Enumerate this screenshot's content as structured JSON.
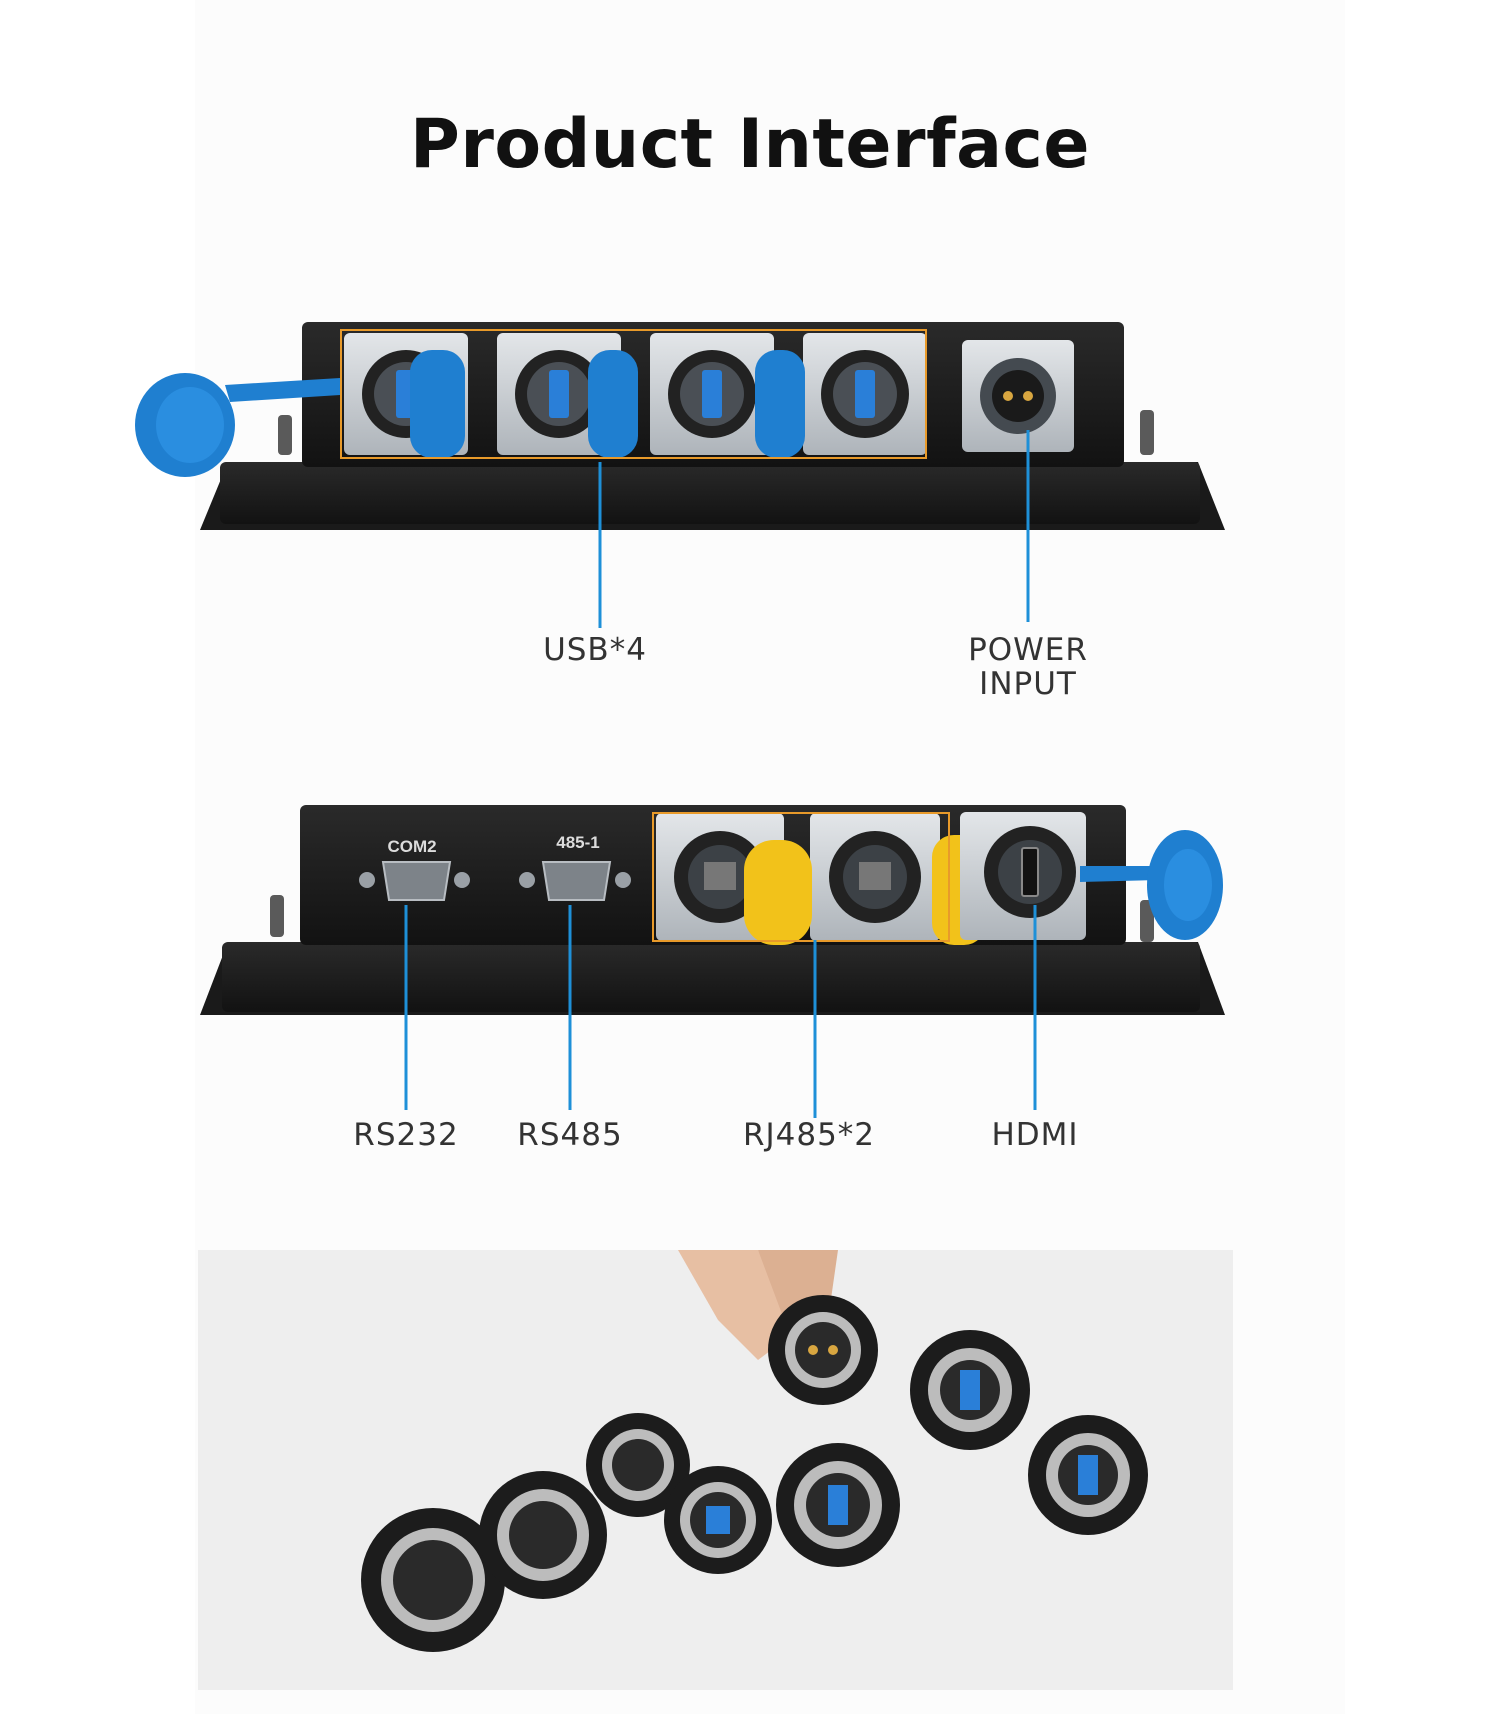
{
  "title": "Product Interface",
  "top_panel": {
    "callouts": [
      {
        "id": "usb",
        "label": "USB*4"
      },
      {
        "id": "power",
        "label_line1": "POWER",
        "label_line2": "INPUT"
      }
    ]
  },
  "bottom_panel": {
    "port_markings": [
      "COM2",
      "485-1"
    ],
    "callouts": [
      {
        "id": "rs232",
        "label": "RS232"
      },
      {
        "id": "rs485",
        "label": "RS485"
      },
      {
        "id": "rj45",
        "label": "RJ485*2"
      },
      {
        "id": "hdmi",
        "label": "HDMI"
      }
    ]
  },
  "colors": {
    "callout_line": "#1e90d8",
    "highlight_box": "#e89a2a",
    "blue_cap": "#1f7fd0",
    "yellow_cap": "#f2c21a",
    "housing": "#1d1d1d",
    "metal_plate": "#c8cdd2"
  }
}
